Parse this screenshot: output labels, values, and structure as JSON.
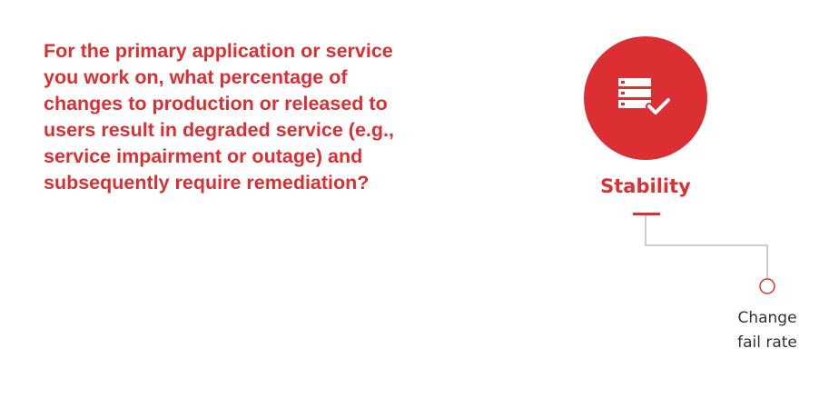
{
  "question": {
    "text": "For the primary application or service you work on, what percentage of changes to production or released to users result in degraded service (e.g., service impairment or outage) and subsequently require remediation?"
  },
  "category": {
    "label": "Stability",
    "icon": "server-check-icon"
  },
  "metric": {
    "line1": "Change",
    "line2": "fail rate"
  },
  "colors": {
    "accent": "#db2f33",
    "connector": "#bdbdbd",
    "metric_text": "#333333",
    "background": "#ffffff"
  }
}
